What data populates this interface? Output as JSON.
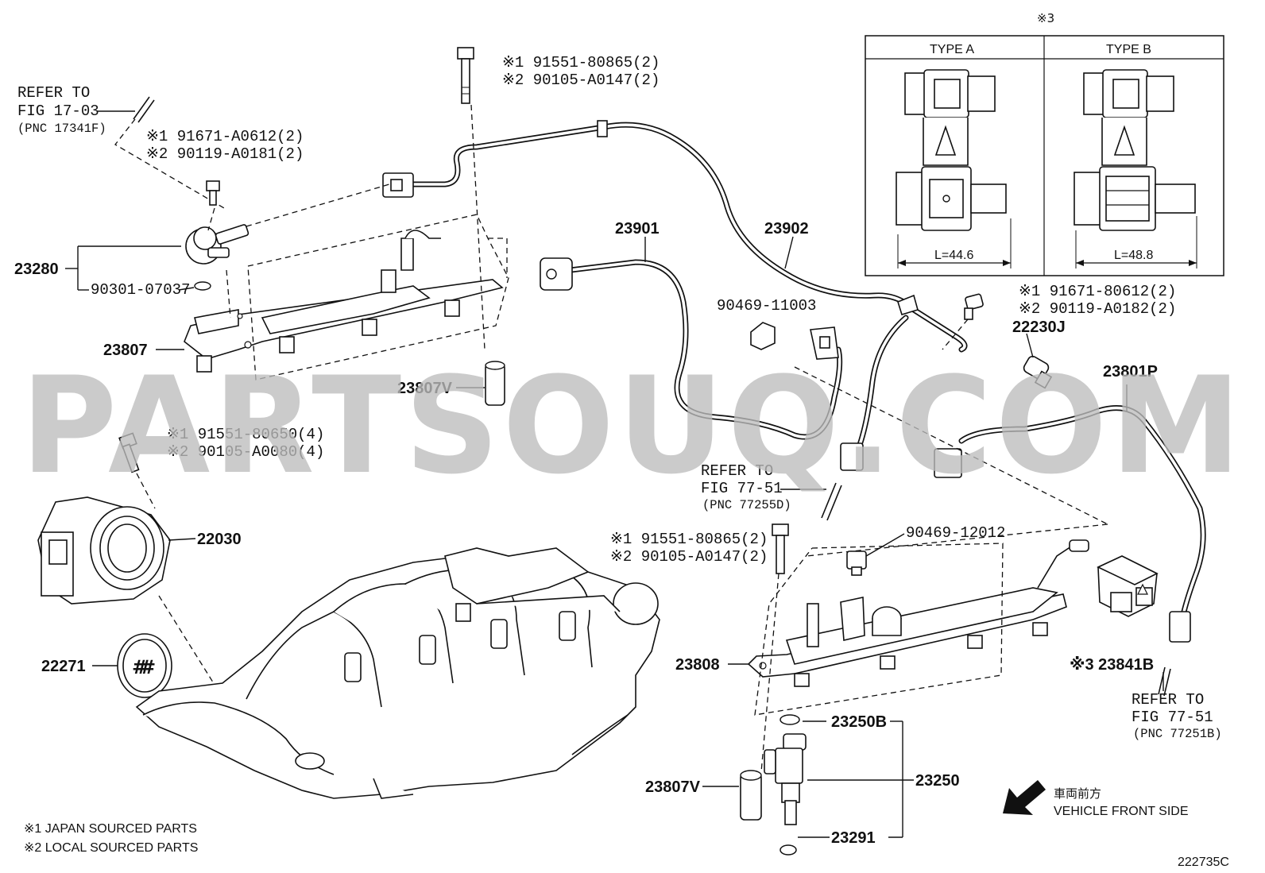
{
  "watermark": "PARTSOUQ.COM",
  "diagram_code": "222735C",
  "refs": [
    {
      "id": "ref-17-03",
      "line1": "REFER TO",
      "line2": "FIG 17-03",
      "line3": "(PNC 17341F)"
    },
    {
      "id": "ref-77-51-d",
      "line1": "REFER TO",
      "line2": "FIG 77-51",
      "line3": "(PNC 77255D)"
    },
    {
      "id": "ref-77-51-b",
      "line1": "REFER TO",
      "line2": "FIG 77-51",
      "line3": "(PNC 77251B)"
    }
  ],
  "fasteners": {
    "top_bolt": {
      "l1": "※1 91551-80865(2)",
      "l2": "※2 90105-A0147(2)"
    },
    "damper_bolt": {
      "l1": "※1 91671-A0612(2)",
      "l2": "※2 90119-A0181(2)"
    },
    "throttle_bolt": {
      "l1": "※1 91551-80650(4)",
      "l2": "※2 90105-A0080(4)"
    },
    "right_rail_bolt": {
      "l1": "※1 91551-80865(2)",
      "l2": "※2 90105-A0147(2)"
    },
    "vsv_bolt": {
      "l1": "※1 91671-80612(2)",
      "l2": "※2 90119-A0182(2)"
    }
  },
  "parts": {
    "p23280": "23280",
    "p90301": "90301-07037",
    "p23807": "23807",
    "p23807v_top": "23807V",
    "p23901": "23901",
    "p23902": "23902",
    "p90469_11003": "90469-11003",
    "p22230j": "22230J",
    "p23801p": "23801P",
    "p22030": "22030",
    "p22271": "22271",
    "p90469_12012": "90469-12012",
    "p23808": "23808",
    "p23841b": "※3 23841B",
    "p23250b": "23250B",
    "p23250": "23250",
    "p23807v_bottom": "23807V",
    "p23291": "23291"
  },
  "inset": {
    "note": "※3",
    "type_a": {
      "label": "TYPE A",
      "length": "L=44.6"
    },
    "type_b": {
      "label": "TYPE B",
      "length": "L=48.8"
    }
  },
  "legend": {
    "note1": "※1 JAPAN SOURCED PARTS",
    "note2": "※2 LOCAL SOURCED PARTS"
  },
  "direction": {
    "jp": "車両前方",
    "en": "VEHICLE FRONT SIDE"
  }
}
